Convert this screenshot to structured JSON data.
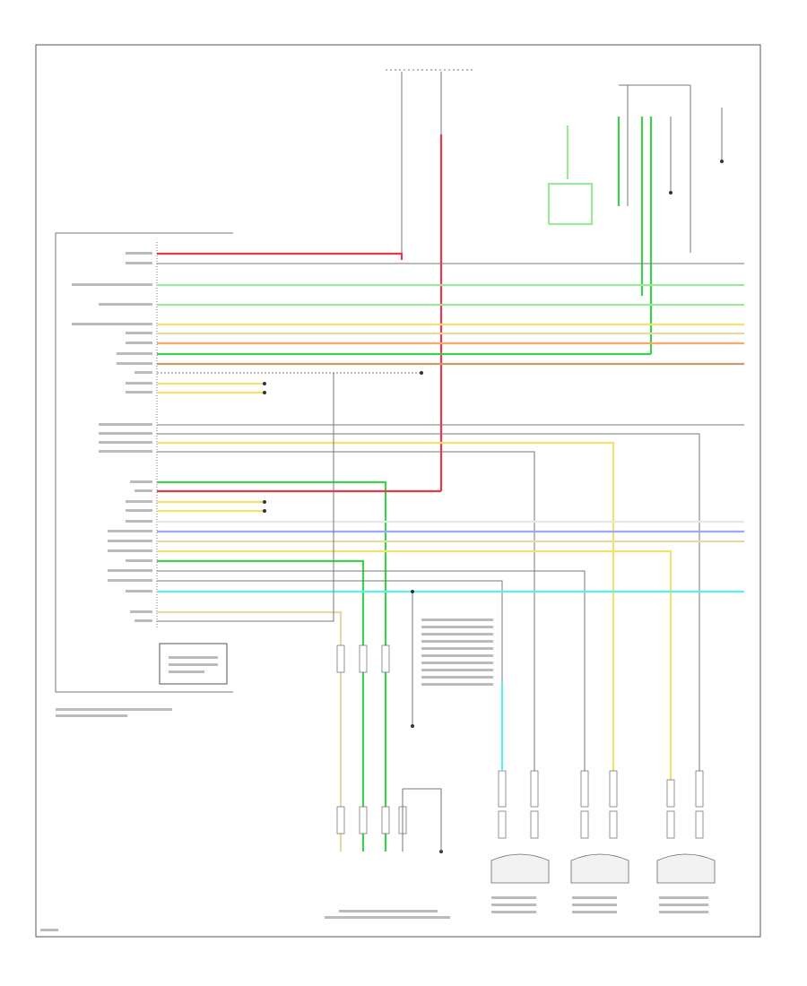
{
  "wire_colors": {
    "red": "#e8384a",
    "green": "#3fcf4f",
    "light_green": "#9be89b",
    "yellow": "#f4e06a",
    "orange": "#f7a86a",
    "brown": "#c89b6a",
    "tan": "#e8d8a8",
    "white": "#e8e8e8",
    "blue": "#9aa8ff",
    "light_blue": "#5ef0f0",
    "gray": "#999999",
    "black": "#444444"
  },
  "labels": {
    "footer_code": "",
    "module_title": "",
    "hot_at_all_times": "",
    "fuse_block": "",
    "left_rear_junction": ""
  },
  "left_pin_rows": [
    {
      "key": "r1",
      "color": "red"
    },
    {
      "key": "r2",
      "color": "black"
    },
    {
      "key": "r3",
      "color": "green"
    },
    {
      "key": "r4",
      "color": "green"
    },
    {
      "key": "r5",
      "color": "yellow"
    },
    {
      "key": "r6",
      "color": "tan"
    },
    {
      "key": "r7",
      "color": "orange"
    },
    {
      "key": "r8",
      "color": "green"
    },
    {
      "key": "r9",
      "color": "brown"
    },
    {
      "key": "r10",
      "color": "black"
    },
    {
      "key": "r11",
      "color": "yellow"
    },
    {
      "key": "r12",
      "color": "yellow"
    },
    {
      "key": "r13",
      "color": "gray"
    },
    {
      "key": "r14",
      "color": "gray"
    },
    {
      "key": "r15",
      "color": "tan"
    },
    {
      "key": "r16",
      "color": "gray"
    },
    {
      "key": "r17",
      "color": "green"
    },
    {
      "key": "r18",
      "color": "red"
    },
    {
      "key": "r19",
      "color": "yellow"
    },
    {
      "key": "r20",
      "color": "yellow"
    },
    {
      "key": "r21",
      "color": "white"
    },
    {
      "key": "r22",
      "color": "blue"
    },
    {
      "key": "r23",
      "color": "tan"
    },
    {
      "key": "r24",
      "color": "yellow"
    },
    {
      "key": "r25",
      "color": "green"
    },
    {
      "key": "r26",
      "color": "gray"
    },
    {
      "key": "r27",
      "color": "gray"
    },
    {
      "key": "r28",
      "color": "light_blue"
    },
    {
      "key": "r29",
      "color": "tan"
    },
    {
      "key": "r30",
      "color": "black"
    }
  ],
  "wheel_sensors": [
    {
      "key": "left_front"
    },
    {
      "key": "left_rear"
    },
    {
      "key": "right_rear"
    }
  ]
}
